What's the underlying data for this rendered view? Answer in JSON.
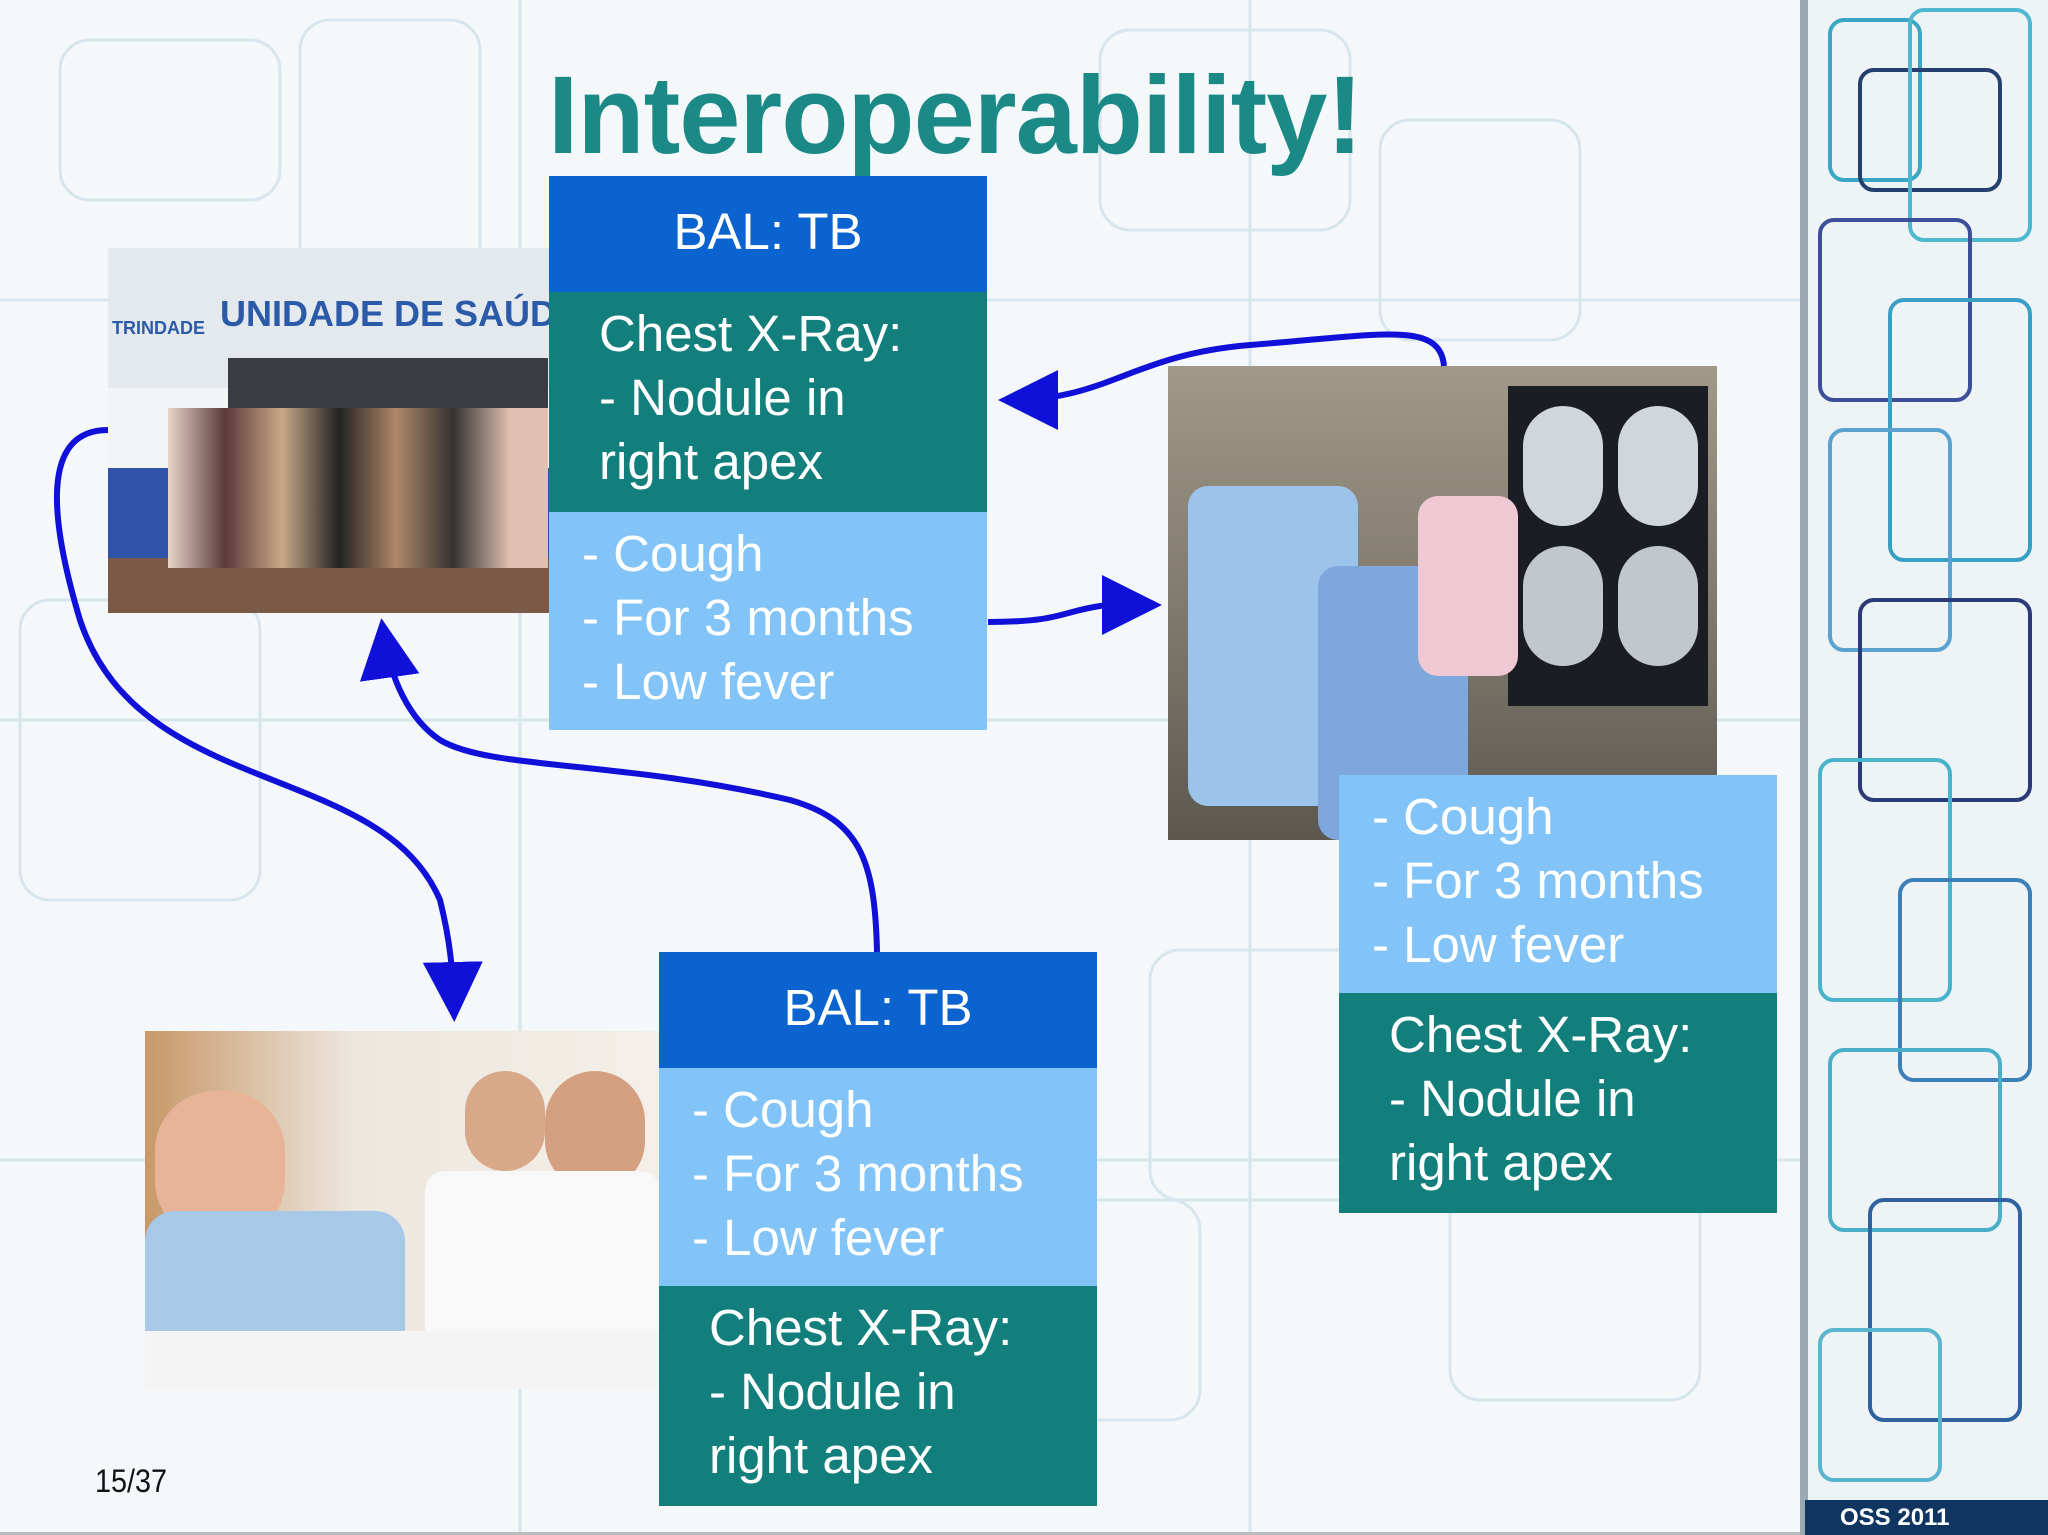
{
  "title": "Interoperability!",
  "page_number": "15/37",
  "boxes": {
    "top_bal": "BAL: TB",
    "top_xray": "Chest X-Ray:\n- Nodule in\nright apex",
    "top_symptoms": "- Cough\n- For 3 months\n- Low fever",
    "right_symptoms": "- Cough\n- For 3 months\n- Low fever",
    "right_xray": "Chest X-Ray:\n- Nodule in\nright apex",
    "bottom_bal": "BAL: TB",
    "bottom_symptoms": "- Cough\n- For 3 months\n- Low fever",
    "bottom_xray": "Chest X-Ray:\n- Nodule in\nright apex"
  },
  "clinic_sign": "UNIDADE DE SAÚDE",
  "clinic_sign_small": "TRINDADE",
  "footer_logo": "OSS 2011",
  "colors": {
    "title": "#1b8a86",
    "dark_blue": "#0a63cf",
    "teal": "#127f7c",
    "light_blue": "#82c4f8",
    "arrow": "#1010d8"
  }
}
